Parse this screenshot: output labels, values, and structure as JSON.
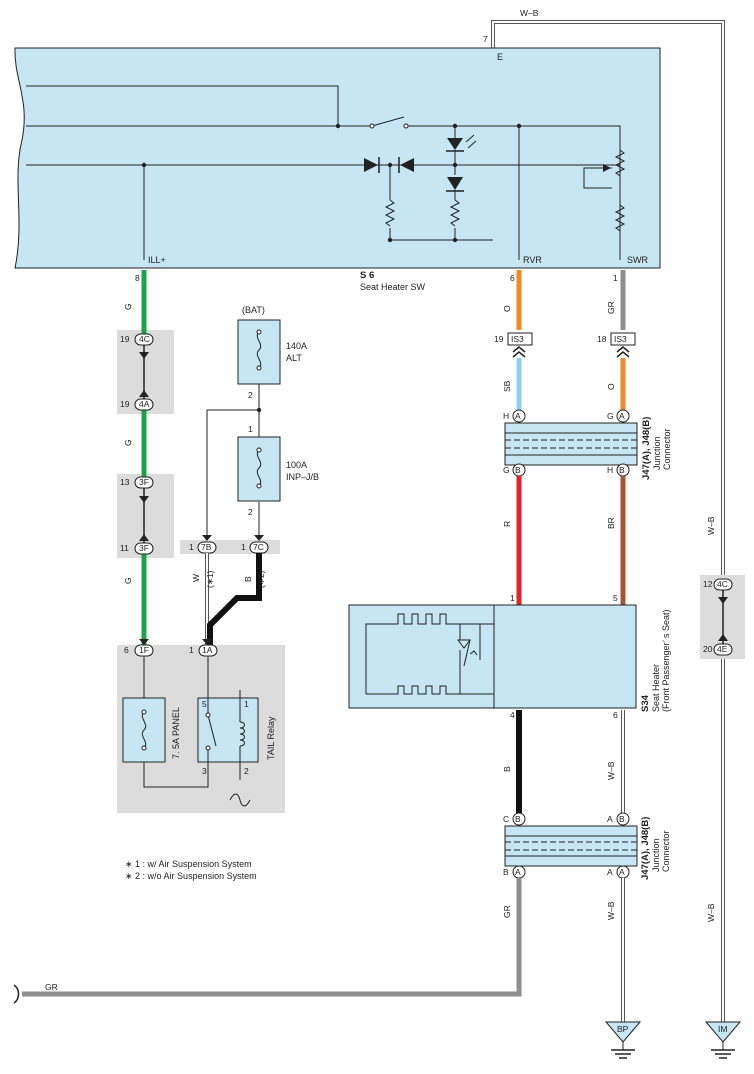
{
  "colors": {
    "G": "#1fa24a",
    "O": "#f08a24",
    "GR": "#8e8e8e",
    "SB": "#8fd0ee",
    "R": "#e0262a",
    "BR": "#a3563a",
    "B": "#111111",
    "WB_outline": "#555555",
    "component_fill": "#c5e6f2",
    "shade": "#dcdcdc"
  },
  "wire_codes": {
    "top": "W–B",
    "g1": "G",
    "g2": "G",
    "g3": "G",
    "w": "W",
    "star1": "(∗1)",
    "b": "B",
    "star2": "(∗2)",
    "o1": "O",
    "gr1": "GR",
    "sb": "SB",
    "o2": "O",
    "r": "R",
    "br": "BR",
    "b2": "B",
    "wb1": "W–B",
    "gr2": "GR",
    "wb2": "W–B",
    "gr3": "GR",
    "wb_right1": "W–B",
    "wb_right2": "W–B"
  },
  "seat_heater_sw": {
    "code": "S 6",
    "name": "Seat Heater SW",
    "terminals": {
      "ill": "ILL+",
      "rvr": "RVR",
      "swr": "SWR",
      "e": "E"
    },
    "pins": {
      "ill": "8",
      "rvr": "6",
      "swr": "1",
      "e": "7"
    }
  },
  "connectors": {
    "c4c_pin": "19",
    "c4c": "4C",
    "c4a_pin": "19",
    "c4a": "4A",
    "c3f1_pin": "13",
    "c3f1": "3F",
    "c3f2_pin": "11",
    "c3f2": "3F",
    "c1f_pin": "6",
    "c1f": "1F",
    "c1a_pin": "1",
    "c1a": "1A",
    "c7b_pin": "1",
    "c7b": "7B",
    "c7c_pin": "1",
    "c7c": "7C",
    "is3a_pin": "19",
    "is3a": "IS3",
    "is3b_pin": "18",
    "is3b": "IS3",
    "r4c_pin": "12",
    "r4c": "4C",
    "r4e_pin": "20",
    "r4e": "4E"
  },
  "fuses": {
    "bat": "(BAT)",
    "alt_rating": "140A",
    "alt_name": "ALT",
    "alt_pin": "2",
    "inp_rating": "100A",
    "inp_name": "INP–J/B",
    "inp_pin_top": "1",
    "inp_pin_bottom": "2"
  },
  "panel_block": {
    "fuse_label": "7. 5A PANEL",
    "relay_label": "TAIL Relay",
    "pins": {
      "p5": "5",
      "p1": "1",
      "p3": "3",
      "p2": "2"
    }
  },
  "jc_top": {
    "name": "J47(A), J48(B)",
    "desc1": "Junction",
    "desc2": "Connector",
    "pins": {
      "h1": "H",
      "a1": "A",
      "g1": "G",
      "a2": "A",
      "g2": "G",
      "b1": "B",
      "h2": "H",
      "b2": "B"
    }
  },
  "seat_heater": {
    "code": "S34",
    "name1": "Seat Heater",
    "name2": "(Front Passenger’ s Seat)",
    "pins": {
      "p1": "1",
      "p5": "5",
      "p4": "4",
      "p6": "6"
    }
  },
  "jc_bottom": {
    "name": "J47(A), J48(B)",
    "desc1": "Junction",
    "desc2": "Connector",
    "pins": {
      "c": "C",
      "b1": "B",
      "a1": "A",
      "b2": "B",
      "b3": "B",
      "a2": "A",
      "a3": "A",
      "a4": "A"
    }
  },
  "notes": {
    "n1": "∗ 1 : w/ Air Suspension System",
    "n2": "∗ 2 : w/o Air Suspension System"
  },
  "grounds": {
    "bp": "BP",
    "im": "IM"
  }
}
